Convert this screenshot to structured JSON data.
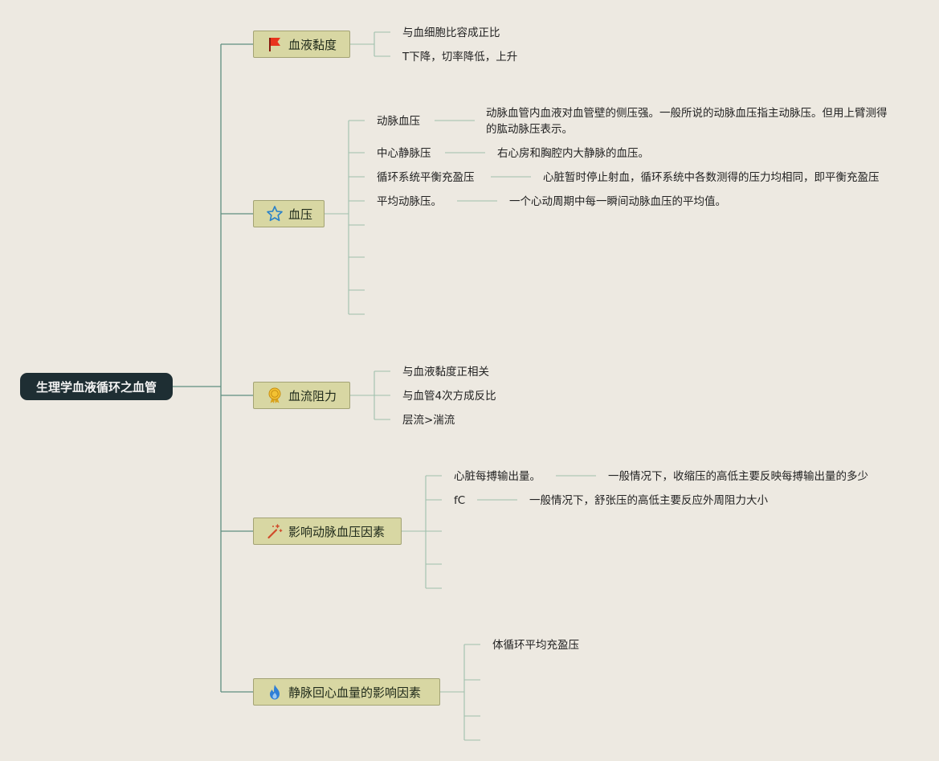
{
  "root": {
    "label": "生理学血液循环之血管"
  },
  "branches": [
    {
      "label": "血液黏度",
      "icon": "red-flag-icon",
      "items": [
        {
          "label": "与血细胞比容成正比"
        },
        {
          "label": "T下降，切率降低，上升"
        }
      ]
    },
    {
      "label": "血压",
      "icon": "star-outline-icon",
      "items": [
        {
          "label": "动脉血压",
          "desc": "动脉血管内血液对血管壁的侧压强。一般所说的动脉血压指主动脉压。但用上臂测得的肱动脉压表示。"
        },
        {
          "label": "中心静脉压",
          "desc": "右心房和胸腔内大静脉的血压。"
        },
        {
          "label": "循环系统平衡充盈压",
          "desc": "心脏暂时停止射血，循环系统中各数测得的压力均相同，即平衡充盈压"
        },
        {
          "label": "平均动脉压。",
          "desc": "一个心动周期中每一瞬间动脉血压的平均值。"
        }
      ]
    },
    {
      "label": "血流阻力",
      "icon": "medal-icon",
      "items": [
        {
          "label": "与血液黏度正相关"
        },
        {
          "label": "与血管4次方成反比"
        },
        {
          "label": "层流>湍流"
        }
      ]
    },
    {
      "label": "影响动脉血压因素",
      "icon": "magic-wand-icon",
      "items": [
        {
          "label": "心脏每搏输出量。",
          "desc": "一般情况下，收缩压的高低主要反映每搏输出量的多少"
        },
        {
          "label": "fC",
          "desc": "一般情况下，舒张压的高低主要反应外周阻力大小"
        }
      ]
    },
    {
      "label": "静脉回心血量的影响因素",
      "icon": "fire-icon",
      "items": [
        {
          "label": "体循环平均充盈压"
        }
      ]
    }
  ],
  "colors": {
    "background": "#ede9e1",
    "root_fill": "#1e2e33",
    "node_fill": "#d8d7a3",
    "main_connector": "#5f8f80",
    "leaf_connector": "#9fc0ac"
  }
}
